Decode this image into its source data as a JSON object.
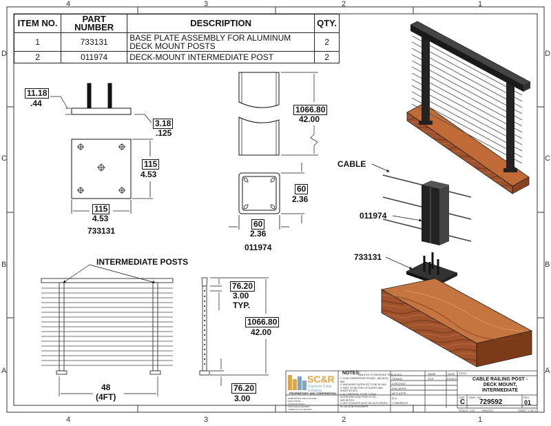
{
  "zones": {
    "top": [
      "4",
      "3",
      "2",
      "1"
    ],
    "side": [
      "D",
      "C",
      "B",
      "A"
    ]
  },
  "bom": {
    "headers": [
      "ITEM NO.",
      "PART NUMBER",
      "DESCRIPTION",
      "QTY."
    ],
    "rows": [
      {
        "item": "1",
        "part": "733131",
        "desc": "BASE PLATE ASSEMBLY FOR ALUMINUM DECK MOUNT POSTS",
        "qty": "2"
      },
      {
        "item": "2",
        "part": "011974",
        "desc": "DECK-MOUNT INTERMEDIATE POST",
        "qty": "2"
      }
    ]
  },
  "dims": {
    "plate_thick_mm": "11.18",
    "plate_thick_in": ".44",
    "plate_t2_mm": "3.18",
    "plate_t2_in": ".125",
    "plate_h_mm": "115",
    "plate_h_in": "4.53",
    "plate_w_mm": "115",
    "plate_w_in": "4.53",
    "post_len_mm": "1066.80",
    "post_len_in": "42.00",
    "post_sq_h_mm": "60",
    "post_sq_h_in": "2.36",
    "post_sq_w_mm": "60",
    "post_sq_w_in": "2.36",
    "spacing_mm": "76.20",
    "spacing_in": "3.00",
    "spacing_typ": "TYP.",
    "rail_h_mm": "1066.80",
    "rail_h_in": "42.00",
    "bottom_mm": "76.20",
    "bottom_in": "3.00",
    "width_a": "48",
    "width_b": "(4FT)"
  },
  "labels": {
    "plate_part": "733131",
    "post_part": "011974",
    "intermediate_posts": "INTERMEDIATE POSTS",
    "cable": "CABLE",
    "iso_post": "011974",
    "iso_plate": "733131"
  },
  "title_block": {
    "notes_title": "NOTES:",
    "notes_sub": "UNLESS OTHERWISE SPECIFIED",
    "notes_lines": [
      "1. DUAL DIMENSIONS SHOWN - [INCHES] MM.",
      "2. MACHINED SURFACES TO BE 63 MAX.",
      "3. PART TO BE FREE OF BURRS AND SHARP EDGES.",
      "4. ALL MATERIAL TO BE CLEAN, DEGREASED AND FREE OF ALL IMPURITIES.",
      "5. ANY CHANGES MUST BE AUTHORIZED BY AN SC&R ENGINEER."
    ],
    "logo_main": "SC&R",
    "logo_sub1": "Stainless Cable",
    "logo_sub2": "& Railing",
    "proprietary": "PROPRIETARY AND CONFIDENTIAL",
    "tol_lines": [
      "DIMENSIONS ARE IN INCHES",
      "FRACTIONAL",
      "ANGULAR MACH",
      "TWO PLACE DECIMAL",
      "THREE PLACE DECIMAL"
    ],
    "name_hdr": "NAME",
    "date_hdr": "DATE",
    "drawn_lbl": "DRAWN",
    "drawn_by": "SCR",
    "drawn_date": "03/28/17",
    "checked_lbl": "CHECKED",
    "eng_lbl": "ENG APPR.",
    "mfg_lbl": "MFG APPR.",
    "qa_lbl": "Q.A.",
    "comments_lbl": "COMMENTS:",
    "title_lbl": "TITLE:",
    "title": "CABLE RAILING POST - DECK MOUNT, INTERMEDIATE",
    "size_lbl": "SIZE",
    "size": "C",
    "dwg_lbl": "DWG. NO.",
    "dwg": "729592",
    "rev_lbl": "REV",
    "rev": "01",
    "scale": "SCALE: 1:10",
    "weight": "WEIGHT:",
    "sheet": "SHEET 1 OF 1"
  }
}
